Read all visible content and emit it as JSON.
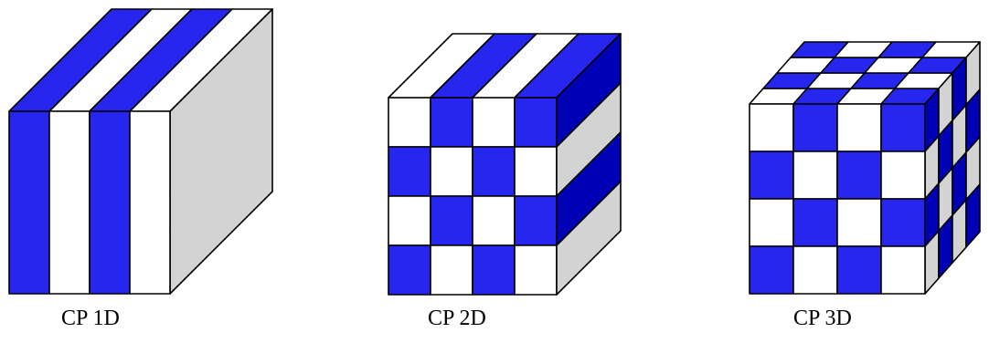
{
  "figure": {
    "panels": [
      {
        "caption": "CP 1D",
        "partitioning": "1D",
        "description_pattern": "vertical stripes"
      },
      {
        "caption": "CP 2D",
        "partitioning": "2D",
        "description_pattern": "checkerboard on front, stripes on top/side"
      },
      {
        "caption": "CP 3D",
        "partitioning": "3D",
        "description_pattern": "checkerboard on all faces"
      }
    ],
    "colors": {
      "blue": "#2626ef",
      "dark_blue": "#0000b5",
      "white": "#ffffff",
      "side_gray": "#d3d3d3",
      "stroke": "#000000"
    }
  }
}
